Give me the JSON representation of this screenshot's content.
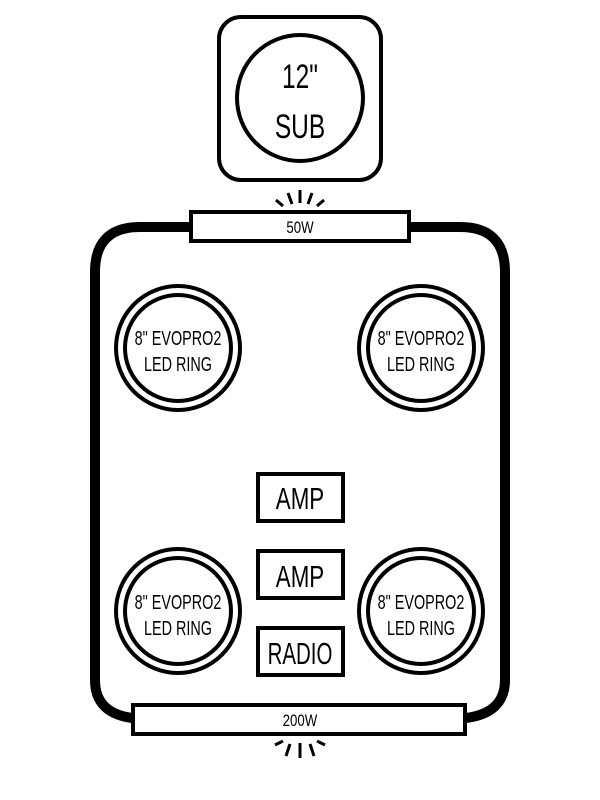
{
  "colors": {
    "stroke": "#000000",
    "background": "#ffffff"
  },
  "subwoofer": {
    "line1": "12\"",
    "line2": "SUB"
  },
  "top_panel": {
    "label": "50W"
  },
  "bottom_panel": {
    "label": "200W"
  },
  "speakers": [
    {
      "position": "top-left",
      "line1": "8\" EVOPRO2",
      "line2": "LED RING"
    },
    {
      "position": "top-right",
      "line1": "8\" EVOPRO2",
      "line2": "LED RING"
    },
    {
      "position": "bottom-left",
      "line1": "8\" EVOPRO2",
      "line2": "LED RING"
    },
    {
      "position": "bottom-right",
      "line1": "8\" EVOPRO2",
      "line2": "LED RING"
    }
  ],
  "components": [
    {
      "label": "AMP"
    },
    {
      "label": "AMP"
    },
    {
      "label": "RADIO"
    }
  ]
}
